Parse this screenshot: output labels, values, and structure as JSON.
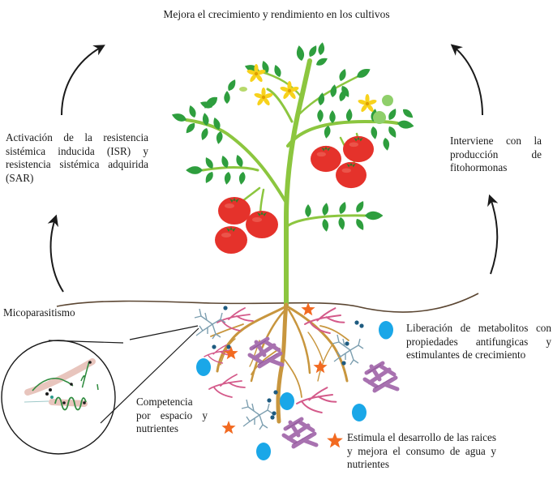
{
  "title": "Mejora el crecimiento y rendimiento en los cultivos",
  "labels": {
    "isr_sar": "Activación de la resistencia sistémica inducida (ISR) y resistencia sistémica adquirida (SAR)",
    "fitohormonas": "Interviene con la producción de fitohormonas",
    "micoparasitismo": "Micoparasitismo",
    "competencia": "Competencia por espacio y nutrientes",
    "metabolitos": "Liberación de metabolitos con propiedades antifungicas y estimulantes de crecimiento",
    "raices": "Estimula el desarrollo de las raices y mejora el consumo de agua y nutrientes"
  },
  "legend": [
    {
      "icon": "blue-circle",
      "label_key": "metabolitos",
      "color": "#1aa7e8"
    },
    {
      "icon": "orange-star",
      "label_key": "raices",
      "color": "#f26a21"
    }
  ],
  "colors": {
    "stem": "#8cc63f",
    "leaf": "#2e9e3e",
    "tomato": "#e5322b",
    "flower": "#f7d21c",
    "root": "#c8963e",
    "soil_line": "#5b4632",
    "hyphae_pink": "#d45a8a",
    "hyphae_blue": "#7d9fb0",
    "bacteria": "#a872b0",
    "metabolite": "#1aa7e8",
    "star": "#f26a21",
    "arrow": "#1a1a1a"
  }
}
